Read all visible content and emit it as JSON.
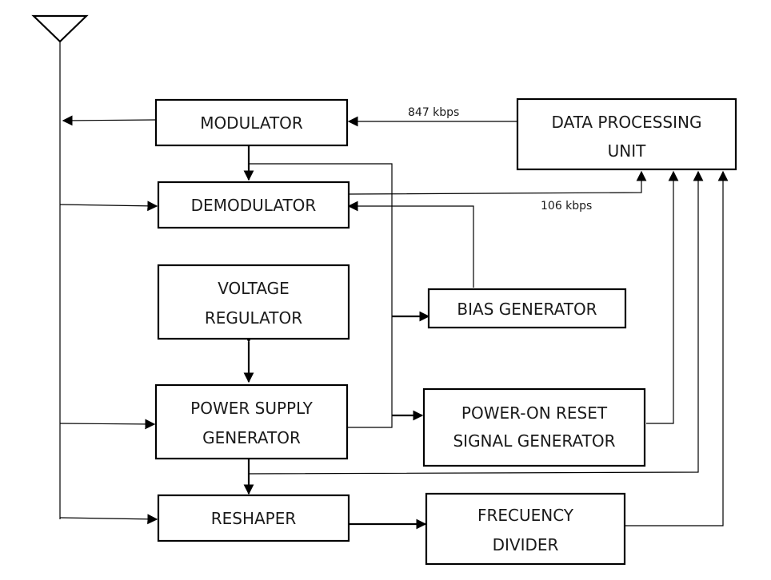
{
  "blocks": {
    "modulator": [
      "MODULATOR"
    ],
    "demodulator": [
      "DEMODULATOR"
    ],
    "voltage_regulator": [
      "VOLTAGE",
      "REGULATOR"
    ],
    "power_supply_generator": [
      "POWER SUPPLY",
      "GENERATOR"
    ],
    "reshaper": [
      "RESHAPER"
    ],
    "data_processing_unit": [
      "DATA PROCESSING",
      "UNIT"
    ],
    "bias_generator": [
      "BIAS GENERATOR"
    ],
    "power_on_reset": [
      "POWER-ON RESET",
      "SIGNAL GENERATOR"
    ],
    "frequency_divider": [
      "FRECUENCY",
      "DIVIDER"
    ]
  },
  "rates": {
    "downlink": "847 kbps",
    "uplink": "106 kbps"
  }
}
